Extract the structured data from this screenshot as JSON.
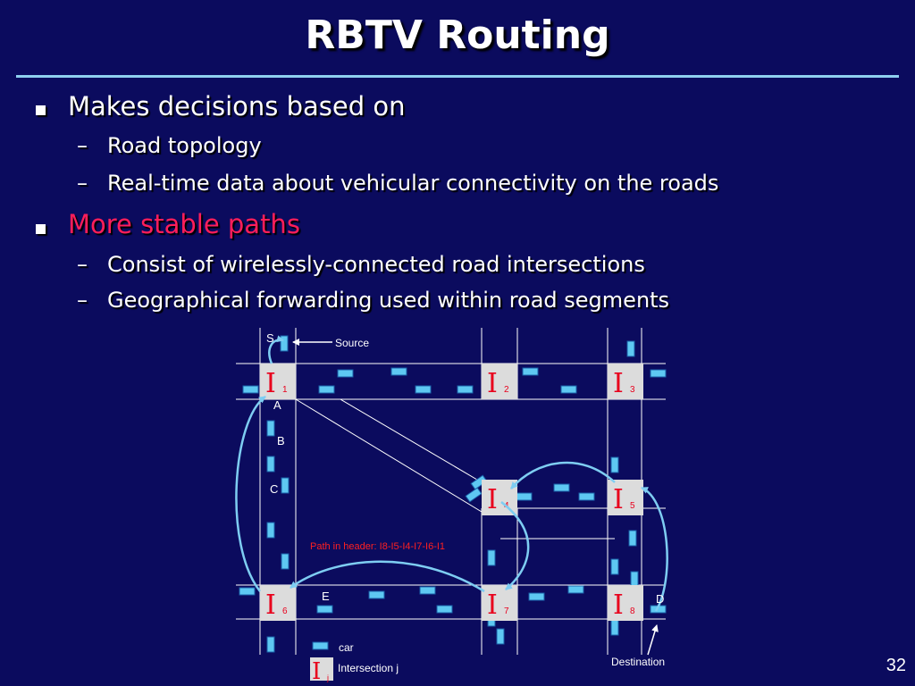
{
  "slide": {
    "title": "RBTV Routing",
    "page_number": "32"
  },
  "bullets": [
    {
      "text": "Makes decisions based on",
      "color": "#ffffff",
      "subitems": [
        "Road topology",
        "Real-time data about vehicular connectivity on the roads"
      ]
    },
    {
      "text": "More stable paths",
      "color": "#ff1e5a",
      "subitems": [
        "Consist of wirelessly-connected road intersections",
        "Geographical forwarding used within road segments"
      ]
    }
  ],
  "diagram": {
    "labels": {
      "source_node": "S",
      "source": "Source",
      "node_a": "A",
      "node_b": "B",
      "node_c": "C",
      "node_e": "E",
      "node_d": "D",
      "destination": "Destination",
      "path_in_header": "Path in header: I8-I5-I4-I7-I6-I1"
    },
    "intersections": [
      {
        "glyph": "I",
        "index": "1"
      },
      {
        "glyph": "I",
        "index": "2"
      },
      {
        "glyph": "I",
        "index": "3"
      },
      {
        "glyph": "I",
        "index": "4"
      },
      {
        "glyph": "I",
        "index": "5"
      },
      {
        "glyph": "I",
        "index": "6"
      },
      {
        "glyph": "I",
        "index": "7"
      },
      {
        "glyph": "I",
        "index": "8"
      }
    ],
    "legend": {
      "car": "car",
      "intersection_glyph": "I",
      "intersection_index": "j",
      "intersection": "Intersection j"
    },
    "colors": {
      "road_line": "#ffffff",
      "intersection_box": "#dcdcdc",
      "intersection_glyph": "#e8001c",
      "car_fill": "#5ec8f2",
      "car_stroke": "#1a5fa8",
      "path_arrow": "#7ecdf2",
      "path_label": "#ff2020"
    }
  }
}
